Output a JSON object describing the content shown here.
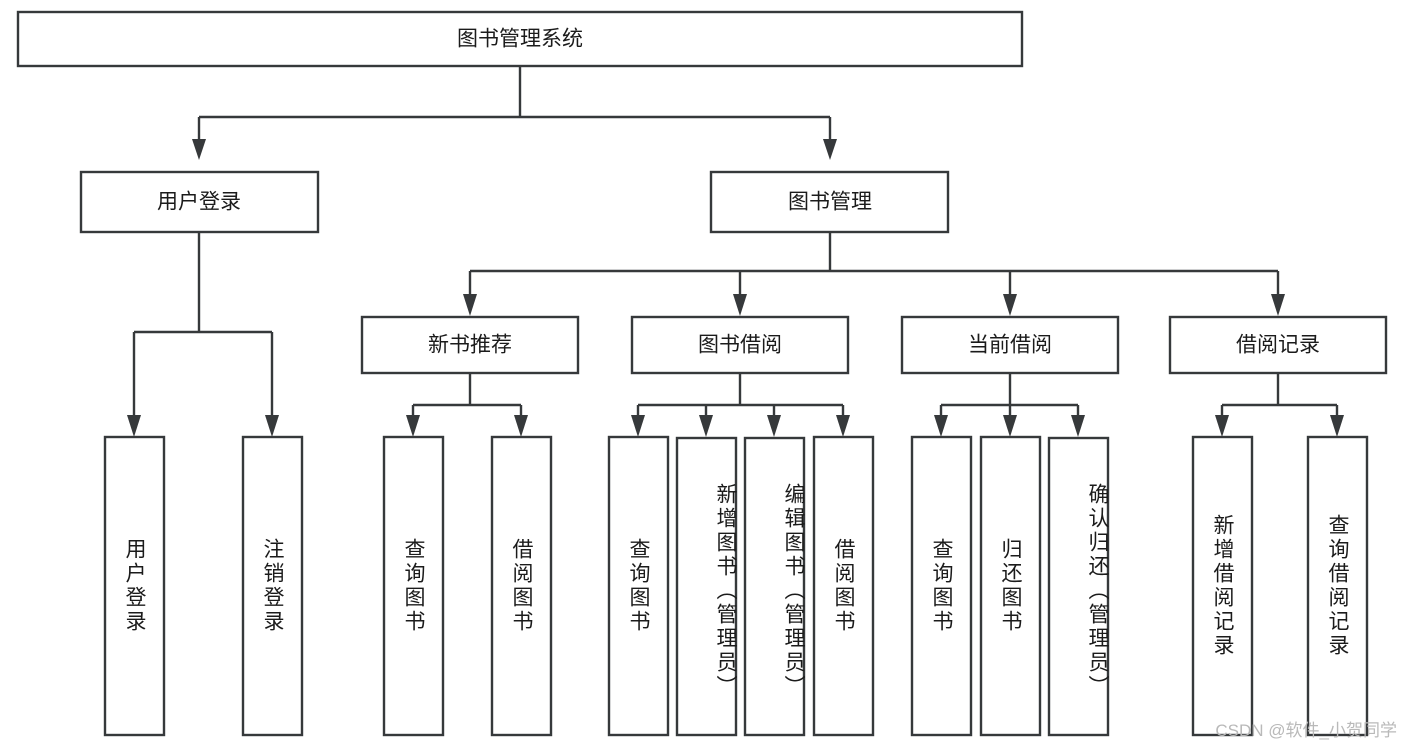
{
  "diagram": {
    "title": "图书管理系统",
    "type": "tree-hierarchy-chart",
    "orientation": "top-down",
    "watermark": "CSDN @软件_小贺同学",
    "colors": {
      "background": "#ffffff",
      "stroke": "#36393b",
      "text": "#1b1b1b",
      "watermark": "#b9b9b9"
    },
    "root": {
      "label": "图书管理系统"
    },
    "level2": [
      {
        "id": "user-login",
        "label": "用户登录"
      },
      {
        "id": "book-management",
        "label": "图书管理"
      }
    ],
    "level3": [
      {
        "id": "new-book-recommend",
        "label": "新书推荐",
        "parent": "book-management"
      },
      {
        "id": "book-borrow",
        "label": "图书借阅",
        "parent": "book-management"
      },
      {
        "id": "current-borrow",
        "label": "当前借阅",
        "parent": "book-management"
      },
      {
        "id": "borrow-record",
        "label": "借阅记录",
        "parent": "book-management"
      }
    ],
    "leaves": {
      "user-login": [
        {
          "id": "leaf-user-login",
          "label": "用户登录"
        },
        {
          "id": "leaf-logout-login",
          "label": "注销登录"
        }
      ],
      "new-book-recommend": [
        {
          "id": "leaf-query-book-1",
          "label": "查询图书"
        },
        {
          "id": "leaf-borrow-book-1",
          "label": "借阅图书"
        }
      ],
      "book-borrow": [
        {
          "id": "leaf-query-book-2",
          "label": "查询图书"
        },
        {
          "id": "leaf-add-book-admin",
          "label": "新增图书（管理员）"
        },
        {
          "id": "leaf-edit-book-admin",
          "label": "编辑图书（管理员）"
        },
        {
          "id": "leaf-borrow-book-2",
          "label": "借阅图书"
        }
      ],
      "current-borrow": [
        {
          "id": "leaf-query-book-3",
          "label": "查询图书"
        },
        {
          "id": "leaf-return-book",
          "label": "归还图书"
        },
        {
          "id": "leaf-confirm-return-admin",
          "label": "确认归还（管理员）"
        }
      ],
      "borrow-record": [
        {
          "id": "leaf-add-borrow-record",
          "label": "新增借阅记录"
        },
        {
          "id": "leaf-query-borrow-record",
          "label": "查询借阅记录"
        }
      ]
    }
  }
}
